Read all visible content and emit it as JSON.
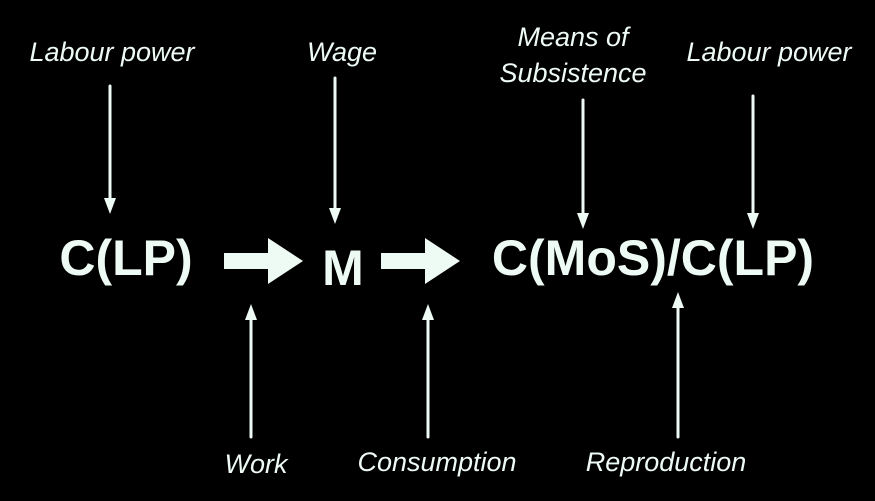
{
  "colors": {
    "background": "#000000",
    "foreground": "#eefaf4"
  },
  "terms": {
    "commodity_lp": "C(LP)",
    "money": "M",
    "commodity_mos_lp": "C(MoS)/C(LP)"
  },
  "top_labels": {
    "labour_power_1": "Labour power",
    "wage": "Wage",
    "means_line1": "Means of",
    "means_line2": "Subsistence",
    "labour_power_2": "Labour power"
  },
  "bottom_labels": {
    "work": "Work",
    "consumption": "Consumption",
    "reproduction": "Reproduction"
  },
  "icons": [
    "down-arrow-icon",
    "up-arrow-icon",
    "right-block-arrow-icon"
  ]
}
